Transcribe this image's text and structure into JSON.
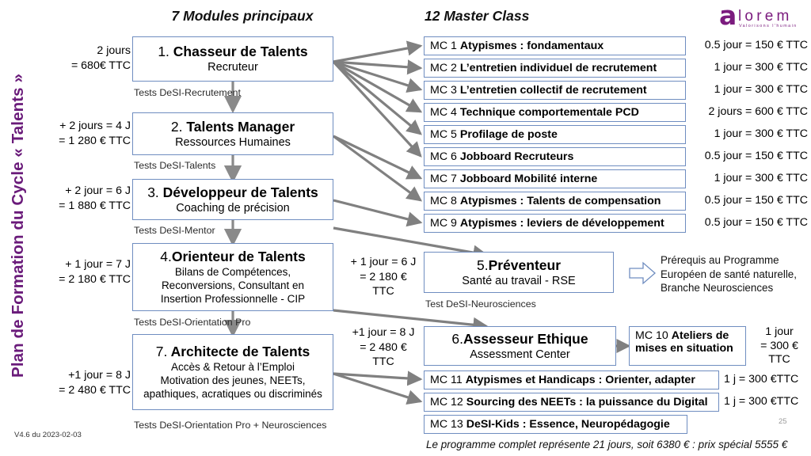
{
  "title_vertical": "Plan de Formation du Cycle « Talents »",
  "headings": {
    "left": "7 Modules principaux",
    "right": "12 Master Class"
  },
  "logo": {
    "mark": "a",
    "word": "lorem",
    "tagline": "Valorisons l'humain",
    "color": "#7b1b7e"
  },
  "modules": [
    {
      "number": "1.",
      "name": "Chasseur de Talents",
      "subtitle": "Recruteur",
      "cost_line1": "2 jours",
      "cost_line2": "= 680€ TTC",
      "test_label": "Tests DeSI-Recrutement"
    },
    {
      "number": "2.",
      "name": "Talents Manager",
      "subtitle": "Ressources Humaines",
      "cost_line1": "+ 2 jours = 4 J",
      "cost_line2": "= 1 280 € TTC",
      "test_label": "Tests DeSI-Talents"
    },
    {
      "number": "3.",
      "name": "Développeur de Talents",
      "subtitle": "Coaching de précision",
      "cost_line1": "+ 2 jour = 6 J",
      "cost_line2": "= 1 880 € TTC",
      "test_label": "Tests DeSI-Mentor"
    },
    {
      "number": "4.",
      "name": "Orienteur de Talents",
      "subtitle": "Bilans de Compétences,",
      "subtitle2": "Reconversions, Consultant en",
      "subtitle3": "Insertion Professionnelle - CIP",
      "cost_line1": "+ 1 jour = 7 J",
      "cost_line2": "= 2 180 € TTC",
      "test_label": "Tests DeSI-Orientation Pro"
    },
    {
      "number": "5.",
      "name": "Préventeur",
      "subtitle": "Santé au travail - RSE",
      "cost_line1": "+ 1 jour = 6 J",
      "cost_line2": "= 2 180 €",
      "cost_line3": "TTC",
      "test_label": "Test DeSI-Neurosciences"
    },
    {
      "number": "6.",
      "name": "Assesseur Ethique",
      "subtitle": "Assessment Center",
      "cost_line1": "+1 jour = 8 J",
      "cost_line2": "= 2 480 €",
      "cost_line3": "TTC"
    },
    {
      "number": "7.",
      "name": "Architecte de Talents",
      "subtitle": "Accès & Retour à l’Emploi",
      "subtitle2": "Motivation des jeunes, NEETs,",
      "subtitle3": "apathiques, acratiques ou discriminés",
      "cost_line1": "+1 jour = 8 J",
      "cost_line2": "= 2 480 € TTC",
      "test_label": "Tests DeSI-Orientation Pro + Neurosciences"
    }
  ],
  "master_classes": [
    {
      "id": "MC 1",
      "title": "Atypismes : fondamentaux",
      "price": "0.5 jour = 150 € TTC"
    },
    {
      "id": "MC 2",
      "title": "L’entretien individuel de recrutement",
      "price": "1 jour = 300 € TTC"
    },
    {
      "id": "MC 3",
      "title": "L’entretien collectif de recrutement",
      "price": "1 jour = 300 € TTC"
    },
    {
      "id": "MC 4",
      "title": "Technique comportementale PCD",
      "price": "2 jours = 600 € TTC"
    },
    {
      "id": "MC 5",
      "title": "Profilage de poste",
      "price": "1 jour = 300 € TTC"
    },
    {
      "id": "MC 6",
      "title": "Jobboard Recruteurs",
      "price": "0.5 jour = 150 € TTC"
    },
    {
      "id": "MC 7",
      "title": "Jobboard Mobilité interne",
      "price": "1 jour = 300 € TTC"
    },
    {
      "id": "MC 8",
      "title": "Atypismes : Talents de compensation",
      "price": "0.5 jour = 150 € TTC"
    },
    {
      "id": "MC 9",
      "title": "Atypismes : leviers de développement",
      "price": "0.5 jour = 150 € TTC"
    }
  ],
  "master_class_10": {
    "id": "MC 10",
    "title_line1": "Ateliers de",
    "title_line2": "mises en situation",
    "price_line1": "1 jour",
    "price_line2": "= 300 €",
    "price_line3": "TTC"
  },
  "master_classes_bottom": [
    {
      "id": "MC 11",
      "title": "Atypismes et Handicaps : Orienter, adapter",
      "price": "1 j = 300 €TTC"
    },
    {
      "id": "MC 12",
      "title": "Sourcing des NEETs : la puissance du Digital",
      "price": "1 j = 300 €TTC"
    },
    {
      "id": "MC 13",
      "title": "DeSI-Kids : Essence, Neuropédagogie",
      "price": ""
    }
  ],
  "prerequisite_note": {
    "line1": "Prérequis au Programme",
    "line2": "Européen de santé naturelle,",
    "line3": "Branche Neurosciences"
  },
  "footer": {
    "version": "V4.6 du 2023-02-03",
    "summary": "Le programme complet représente 21 jours, soit 6380 € : prix spécial 5555 €",
    "page_number": "25"
  }
}
